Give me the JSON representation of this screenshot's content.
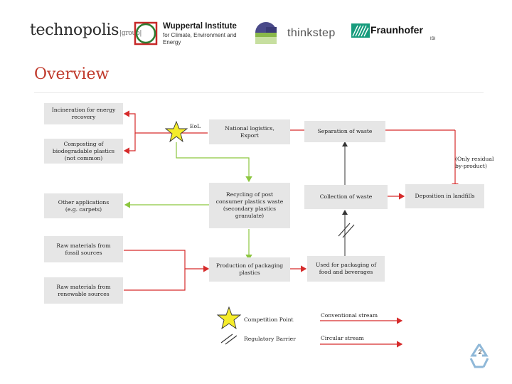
{
  "logos": {
    "technopolis": "technopolis",
    "technopolis_sub": "|group|",
    "wuppertal_name": "Wuppertal Institute",
    "wuppertal_sub": "for Climate, Environment and Energy",
    "thinkstep": "thinkstep",
    "fraunhofer": "Fraunhofer",
    "fraunhofer_sub": "ISI"
  },
  "title": "Overview",
  "boxes": {
    "incineration": "Incineration for energy recovery",
    "composting": "Composting of\nbiodegradable plastics\n(not common)",
    "other_apps": "Other applications\n(e.g. carpets)",
    "raw_fossil": "Raw materials from\nfossil sources",
    "raw_renew": "Raw materials from\nrenewable sources",
    "logistics": "National logistics,\nExport",
    "recycling": "Recycling of post\nconsumer plastics waste\n(secondary plastics\ngranulate)",
    "production": "Production of packaging\nplastics",
    "separation": "Separation of waste",
    "collection": "Collection of waste",
    "used_for": "Used for packaging of\nfood and beverages",
    "deposition": "Deposition in landfills"
  },
  "labels": {
    "eol": "EoL",
    "residual": "(Only residual\nby-product)"
  },
  "legend": {
    "competition": "Competition Point",
    "regulatory": "Regulatory Barrier",
    "conventional": "Conventional stream",
    "circular": "Circular stream"
  },
  "colors": {
    "title": "#c0392b",
    "conventional": "#d62b2b",
    "circular": "#8cc63f",
    "neutral": "#333333",
    "box": "#e6e6e6",
    "star": "#f5ec2a"
  },
  "page_number": "2"
}
